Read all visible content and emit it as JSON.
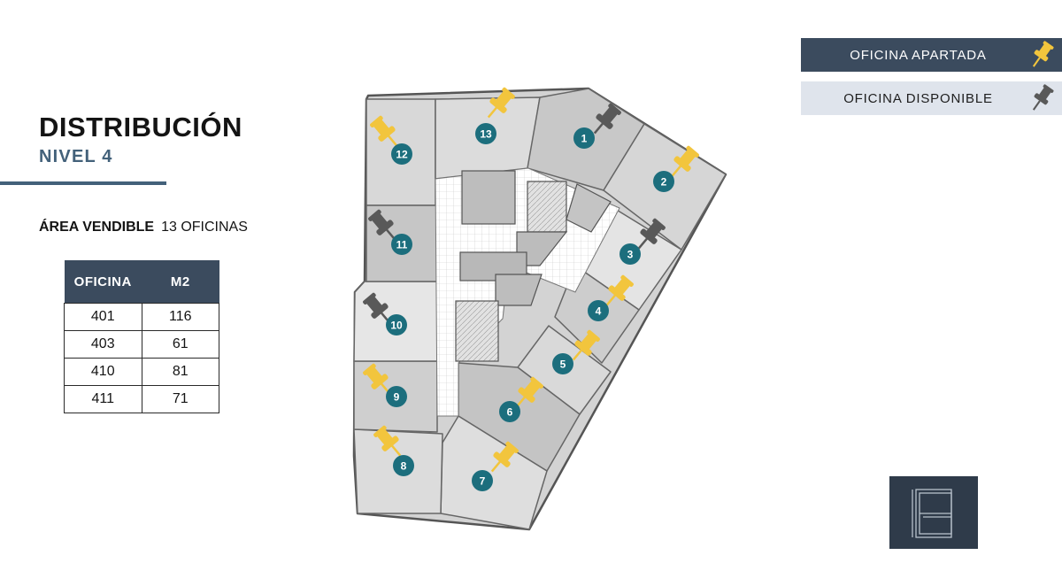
{
  "header": {
    "title": "DISTRIBUCIÓN",
    "subtitle": "NIVEL 4"
  },
  "sellable_area": {
    "label": "ÁREA VENDIBLE",
    "value": "13 OFICINAS"
  },
  "table": {
    "headers": [
      "OFICINA",
      "M2"
    ],
    "rows": [
      [
        "401",
        "116"
      ],
      [
        "403",
        "61"
      ],
      [
        "410",
        "81"
      ],
      [
        "411",
        "71"
      ]
    ]
  },
  "legend": {
    "taken_label": "OFICINA APARTADA",
    "available_label": "OFICINA DISPONIBLE"
  },
  "colors": {
    "taken_pin": "#f2c53d",
    "available_pin": "#595959",
    "marker": "#1c6e7d",
    "navy": "#3b4b5e",
    "accent": "#43617a"
  },
  "offices": [
    {
      "number": "1",
      "status": "available"
    },
    {
      "number": "2",
      "status": "taken"
    },
    {
      "number": "3",
      "status": "available"
    },
    {
      "number": "4",
      "status": "taken"
    },
    {
      "number": "5",
      "status": "taken"
    },
    {
      "number": "6",
      "status": "taken"
    },
    {
      "number": "7",
      "status": "taken"
    },
    {
      "number": "8",
      "status": "taken"
    },
    {
      "number": "9",
      "status": "taken"
    },
    {
      "number": "10",
      "status": "available"
    },
    {
      "number": "11",
      "status": "available"
    },
    {
      "number": "12",
      "status": "taken"
    },
    {
      "number": "13",
      "status": "taken"
    }
  ]
}
